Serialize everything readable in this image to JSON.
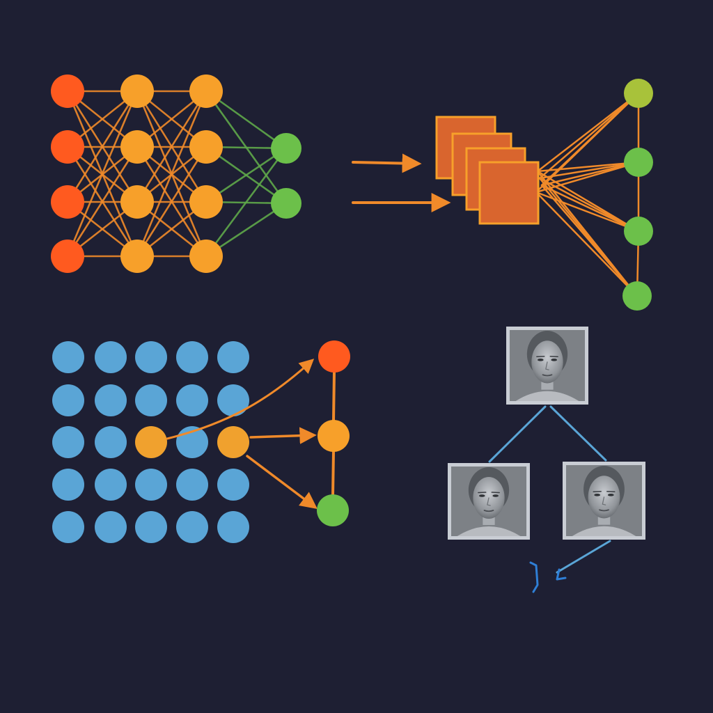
{
  "colors": {
    "background": "#1e1f33",
    "input_node": "#ff5a1f",
    "hidden_node": "#f7a02a",
    "output_node": "#6cc04a",
    "output_node_alt": "#a8c23a",
    "grid_node": "#5aa5d6",
    "grid_highlight": "#f0a12e",
    "edge_orange": "#f08a2a",
    "edge_green": "#5fa84a",
    "feature_map_fill": "#d9652e",
    "feature_map_stroke": "#f7a02a",
    "tree_edge": "#5aa5d6",
    "photo_frame": "#c9cdd4",
    "photo_bg": "#7d8186"
  },
  "panels": [
    {
      "name": "feedforward-network-panel",
      "layers": [
        4,
        4,
        4,
        2
      ]
    },
    {
      "name": "convolution-panel",
      "feature_maps": 4,
      "outputs": 4
    },
    {
      "name": "grid-attention-panel",
      "rows": 5,
      "cols": 5,
      "highlighted": [
        [
          2,
          2
        ],
        [
          2,
          4
        ]
      ],
      "outputs": 3
    },
    {
      "name": "face-tree-panel",
      "images": 3
    }
  ]
}
